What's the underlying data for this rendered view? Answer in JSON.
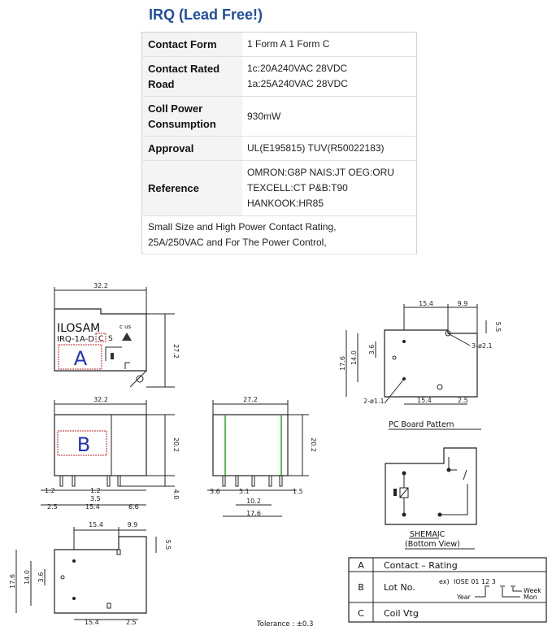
{
  "page": {
    "title": "IRQ (Lead Free!)"
  },
  "specs": [
    {
      "label": [
        "Contact Form"
      ],
      "values": [
        "1 Form A 1 Form C"
      ]
    },
    {
      "label": [
        "Contact Rated",
        "Road"
      ],
      "values": [
        "1c:20A240VAC 28VDC",
        "1a:25A240VAC 28VDC"
      ]
    },
    {
      "label": [
        "Coll Power",
        "Consumption"
      ],
      "values": [
        "930mW"
      ]
    },
    {
      "label": [
        "Approval"
      ],
      "values": [
        "UL(E195815) TUV(R50022183)"
      ]
    },
    {
      "label": [
        "Reference"
      ],
      "values": [
        "OMRON:G8P NAIS:JT OEG:ORU",
        "TEXCELL:CT P&B:T90",
        "HANKOOK:HR85"
      ]
    }
  ],
  "note": [
    "Small Size and High Power Contact Rating,",
    "25A/250VAC and For The Power Control,"
  ],
  "drawing": {
    "top_view": {
      "width": "32.2",
      "height": "27.2",
      "brand": "ILOSAM",
      "model": "IRQ-1A-D",
      "marker_c": "C",
      "marker_s": "S",
      "ul_mark": "c  us",
      "box_label": "A"
    },
    "front_view": {
      "width": "32.2",
      "height": "20.2",
      "box_label": "B",
      "pin_length": "4.0",
      "dims": [
        "1.2",
        "1.2",
        "3.5",
        "2.5",
        "15.4",
        "6.6"
      ]
    },
    "side_view": {
      "width": "27.2",
      "height": "20.2",
      "dims": [
        "3.6",
        "5.1",
        "1.5",
        "10.2",
        "17.6"
      ]
    },
    "pcb_pattern": {
      "title": "PC  Board  Pattern",
      "dims": [
        "15.4",
        "9.9",
        "5.5",
        "14.0",
        "17.6",
        "3.6",
        "15.4",
        "2.5"
      ],
      "hole_large": "3-ø2.1",
      "hole_small": "2-ø1.1"
    },
    "bottom_view": {
      "dims": [
        "15.4",
        "9.9",
        "5.5",
        "17.6",
        "14.0",
        "3.6",
        "15.4",
        "2.5"
      ]
    },
    "schematic": {
      "title": "SHEMAIC",
      "subtitle": "(Bottom  View)"
    },
    "legend": [
      {
        "key": "A",
        "text": "Contact  –  Rating"
      },
      {
        "key": "B",
        "text": "Lot    No.",
        "example_prefix": "ex)",
        "example": "IOSE  01  12  3",
        "year": "Year",
        "week": "Week",
        "mon": "Mon"
      },
      {
        "key": "C",
        "text": "Coil    Vtg"
      }
    ],
    "tolerance": "Tolerance  :  ±0.3"
  }
}
